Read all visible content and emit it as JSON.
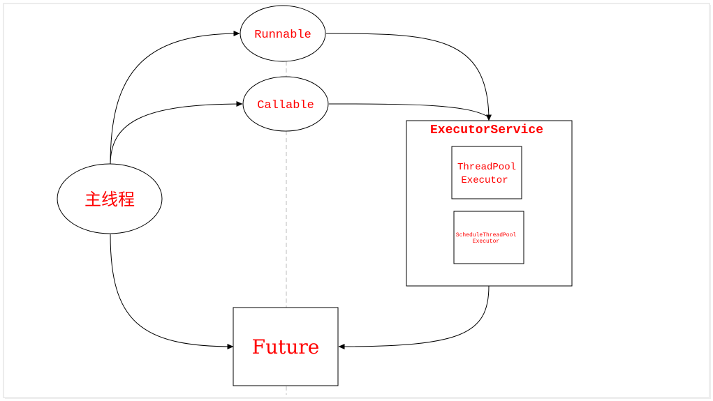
{
  "nodes": {
    "main_thread": "主线程",
    "runnable": "Runnable",
    "callable": "Callable",
    "executor_service": "ExecutorService",
    "thread_pool_executor_line1": "ThreadPool",
    "thread_pool_executor_line2": "Executor",
    "schedule_thread_pool_executor_line1": "ScheduleThreadPool",
    "schedule_thread_pool_executor_line2": "Executor",
    "future": "Future"
  },
  "colors": {
    "label": "#ff0000",
    "stroke": "#000000",
    "separator": "#bbbbbb",
    "frame": "#d8d8d8"
  }
}
